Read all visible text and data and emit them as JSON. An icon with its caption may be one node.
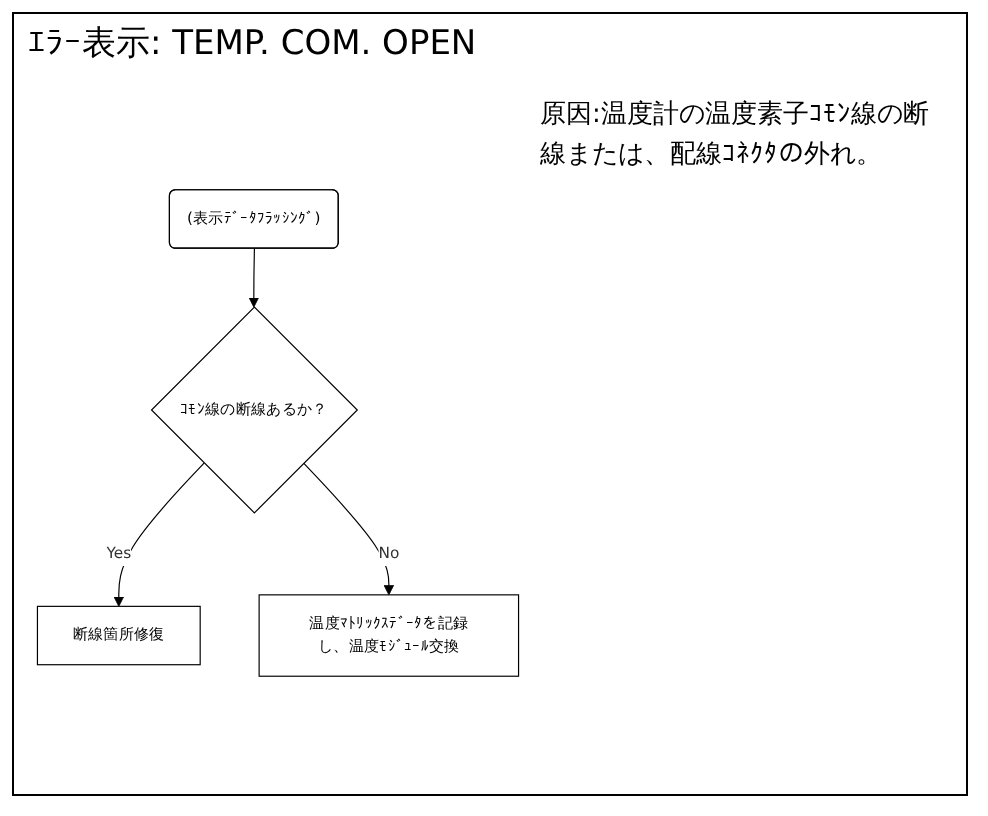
{
  "diagram": {
    "title": "ｴﾗｰ表示: TEMP. COM. OPEN",
    "nodes": [
      {
        "text": [
          "(表示ﾃﾞｰﾀﾌﾗｯｼﾝｸﾞ)"
        ]
      },
      {
        "text": [
          "ｺﾓﾝ線の断線あるか？"
        ]
      },
      {
        "text": [
          "断線箇所修復"
        ]
      },
      {
        "text": [
          "温度ﾏﾄﾘｯｸｽﾃﾞｰﾀを記録し、温度ﾓｼﾞｭｰﾙ交換"
        ]
      }
    ],
    "edges": [
      {
        "from": 0,
        "to": 1,
        "arrow": "to"
      },
      {
        "from": 1,
        "to": 2,
        "arrow": "to",
        "label": "Yes"
      },
      {
        "from": 1,
        "to": 3,
        "arrow": "to",
        "label": "No"
      }
    ],
    "labels": [
      "原因:温度計の温度素子ｺﾓﾝ線の断線または、配線ｺﾈｸﾀの外れ。"
    ]
  }
}
